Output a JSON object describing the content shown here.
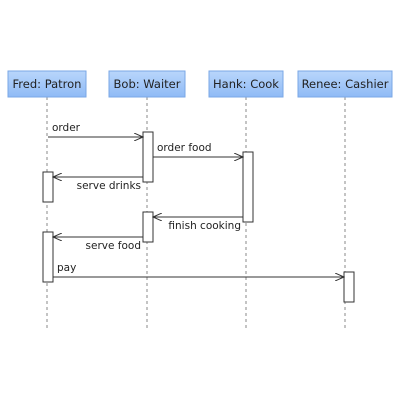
{
  "participants": [
    {
      "id": "fred",
      "label": "Fred: Patron"
    },
    {
      "id": "bob",
      "label": "Bob: Waiter"
    },
    {
      "id": "hank",
      "label": "Hank: Cook"
    },
    {
      "id": "renee",
      "label": "Renee: Cashier"
    }
  ],
  "messages": [
    {
      "from": "fred",
      "to": "bob",
      "label": "order"
    },
    {
      "from": "bob",
      "to": "hank",
      "label": "order food"
    },
    {
      "from": "bob",
      "to": "fred",
      "label": "serve drinks"
    },
    {
      "from": "hank",
      "to": "bob",
      "label": "finish cooking"
    },
    {
      "from": "bob",
      "to": "fred",
      "label": "serve food"
    },
    {
      "from": "fred",
      "to": "renee",
      "label": "pay"
    }
  ],
  "colors": {
    "header_fill": "#9dc3f7",
    "header_stroke": "#7aa7e6",
    "lifeline": "#8a8a8a",
    "line": "#333333",
    "activation_fill": "#ffffff"
  }
}
